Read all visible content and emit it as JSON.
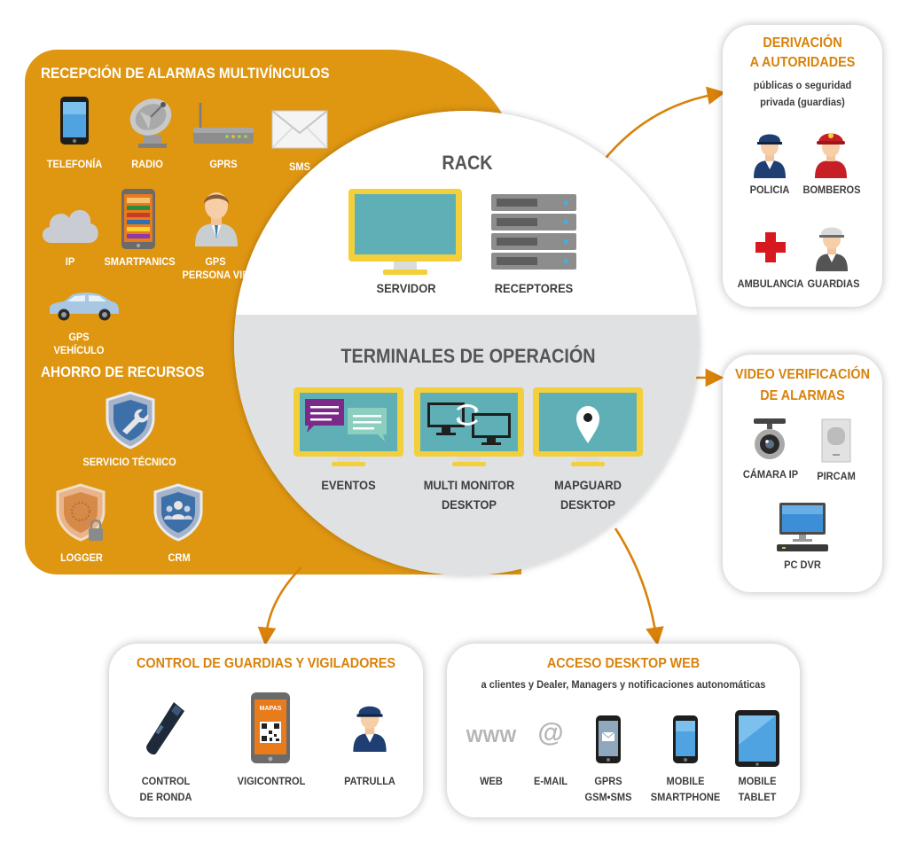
{
  "left_panel": {
    "title": "RECEPCIÓN DE ALARMAS MULTIVÍNCULOS",
    "items": [
      {
        "label": "TELEFONÍA",
        "icon": "mobile-phone-icon"
      },
      {
        "label": "RADIO",
        "icon": "satellite-dish-icon"
      },
      {
        "label": "GPRS",
        "icon": "router-icon"
      },
      {
        "label": "SMS",
        "icon": "envelope-icon"
      },
      {
        "label": "IP",
        "icon": "cloud-icon"
      },
      {
        "label": "SMARTPANICS",
        "icon": "smartphone-app-icon"
      },
      {
        "label": "GPS PERSONA VIP",
        "icon": "vip-person-icon"
      },
      {
        "label": "GPS VEHÍCULO",
        "icon": "car-icon"
      }
    ],
    "savings_title": "AHORRO DE RECURSOS",
    "savings_items": [
      {
        "label": "SERVICIO TÉCNICO",
        "icon": "wrench-shield-icon"
      },
      {
        "label": "LOGGER",
        "icon": "logger-shield-icon"
      },
      {
        "label": "CRM",
        "icon": "crm-shield-icon"
      }
    ]
  },
  "center": {
    "rack_title": "RACK",
    "rack_items": [
      {
        "label": "SERVIDOR",
        "icon": "monitor-icon"
      },
      {
        "label": "RECEPTORES",
        "icon": "server-rack-icon"
      }
    ],
    "terminals_title": "TERMINALES DE OPERACIÓN",
    "terminal_items": [
      {
        "label_line1": "EVENTOS",
        "label_line2": "",
        "icon": "chat-monitor-icon"
      },
      {
        "label_line1": "MULTI MONITOR",
        "label_line2": "DESKTOP",
        "icon": "multi-monitor-icon"
      },
      {
        "label_line1": "MAPGUARD",
        "label_line2": "DESKTOP",
        "icon": "map-pin-monitor-icon"
      }
    ]
  },
  "authorities": {
    "title_line1": "DERIVACIÓN",
    "title_line2": "A AUTORIDADES",
    "subtitle_line1": "públicas o seguridad",
    "subtitle_line2": "privada (guardias)",
    "items": [
      {
        "label": "POLICIA",
        "icon": "police-officer-icon"
      },
      {
        "label": "BOMBEROS",
        "icon": "firefighter-icon"
      },
      {
        "label": "AMBULANCIA",
        "icon": "red-cross-icon"
      },
      {
        "label": "GUARDIAS",
        "icon": "security-guard-icon"
      }
    ]
  },
  "video": {
    "title_line1": "VIDEO VERIFICACIÓN",
    "title_line2": "DE ALARMAS",
    "items": [
      {
        "label": "CÁMARA IP",
        "icon": "ip-camera-icon"
      },
      {
        "label": "PIRCAM",
        "icon": "pir-camera-icon"
      },
      {
        "label": "PC DVR",
        "icon": "pc-dvr-icon"
      }
    ]
  },
  "guards": {
    "title": "CONTROL DE GUARDIAS Y VIGILADORES",
    "items": [
      {
        "label_line1": "CONTROL",
        "label_line2": "DE RONDA",
        "icon": "patrol-wand-icon"
      },
      {
        "label_line1": "VIGICONTROL",
        "label_line2": "",
        "icon": "qr-phone-icon",
        "app_text": "MAPAS"
      },
      {
        "label_line1": "PATRULLA",
        "label_line2": "",
        "icon": "patrol-officer-icon"
      }
    ]
  },
  "web": {
    "title": "ACCESO DESKTOP WEB",
    "subtitle": "a clientes y Dealer, Managers y notificaciones autonomáticas",
    "items": [
      {
        "label_line1": "WEB",
        "label_line2": "",
        "icon_text": "WWW"
      },
      {
        "label_line1": "E-MAIL",
        "label_line2": "",
        "icon_text": "@"
      },
      {
        "label_line1": "GPRS",
        "label_line2": "GSM•SMS",
        "icon": "sms-phone-icon"
      },
      {
        "label_line1": "MOBILE",
        "label_line2": "SMARTPHONE",
        "icon": "smartphone-icon"
      },
      {
        "label_line1": "MOBILE",
        "label_line2": "TABLET",
        "icon": "tablet-icon"
      }
    ]
  },
  "colors": {
    "accent_orange": "#d8820a",
    "panel_orange": "#df9611",
    "monitor_yellow": "#f2cf3b",
    "screen_teal": "#5fb0b6",
    "circle_gray": "#e0e1e3"
  }
}
